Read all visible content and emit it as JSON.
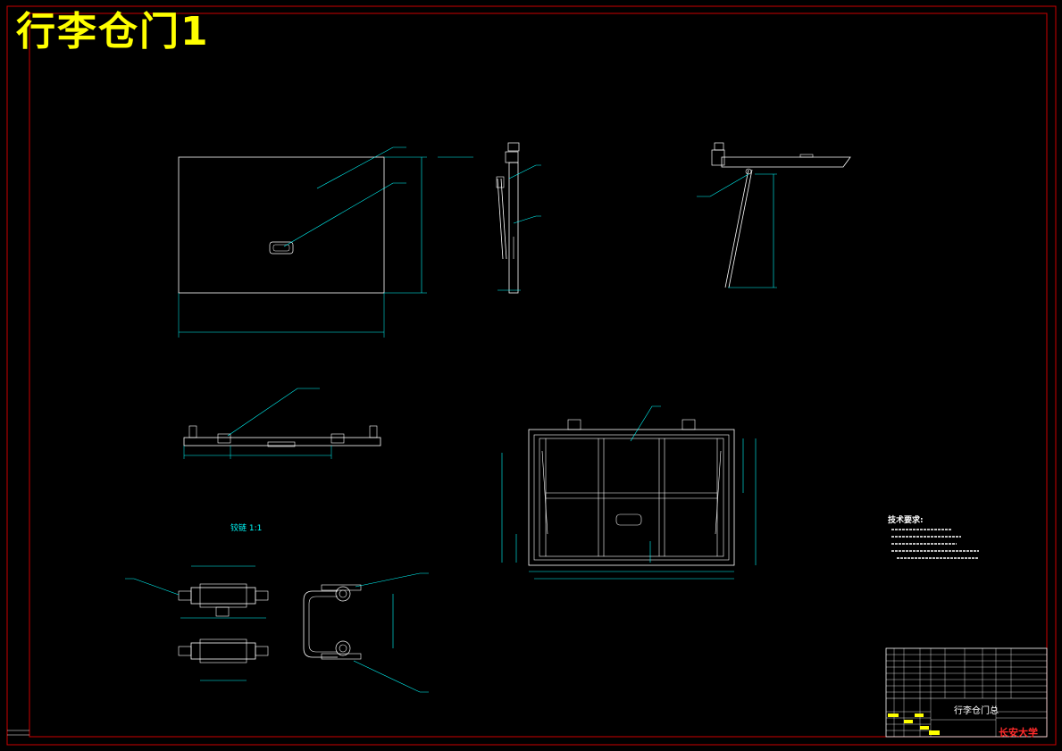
{
  "drawing": {
    "title": "行李仓门1",
    "assembly_name": "行李仓门总",
    "school": "长安大学"
  },
  "tech_requirements": {
    "heading": "技术要求:"
  },
  "detail_view": {
    "label": "铰链 1:1"
  },
  "colors": {
    "background": "#000000",
    "outline": "#ffffff",
    "dimension": "#00ffff",
    "frame": "#cc0000",
    "title": "#ffff00",
    "school": "#ff2a2a"
  }
}
